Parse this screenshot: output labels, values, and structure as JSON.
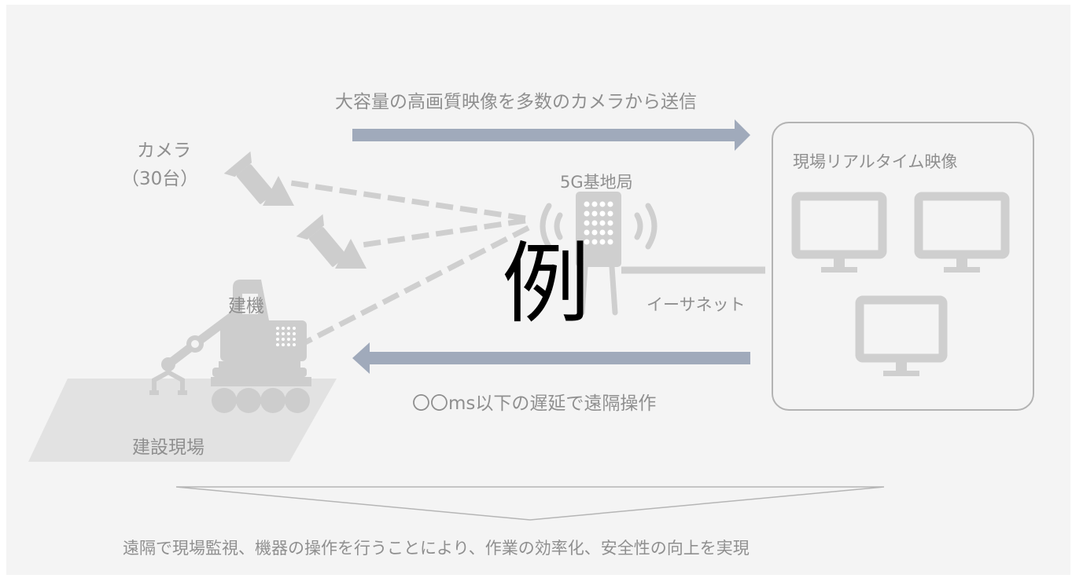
{
  "diagram": {
    "top_arrow_label": "大容量の高画質映像を多数のカメラから送信",
    "camera_label_line1": "カメラ",
    "camera_label_line2": "（30台）",
    "base_station_label": "5G基地局",
    "monitor_panel_title": "現場リアルタイム映像",
    "construction_machine_label": "建機",
    "ethernet_label": "イーサネット",
    "bottom_arrow_label": "〇〇ms以下の遅延で遠隔操作",
    "site_label": "建設現場",
    "conclusion": "遠隔で現場監視、機器の操作を行うことにより、作業の効率化、安全性の向上を実現",
    "watermark": "例"
  },
  "colors": {
    "background": "#f4f4f4",
    "arrow_blue": "#a0aabb",
    "icon_gray": "#d0d0d0",
    "text_gray": "#8f8f8f",
    "ground_gray": "#e2e2e2"
  },
  "icons": [
    "camera-icon",
    "base-station-icon",
    "signal-waves-icon",
    "monitor-icon",
    "excavator-robot-icon"
  ]
}
